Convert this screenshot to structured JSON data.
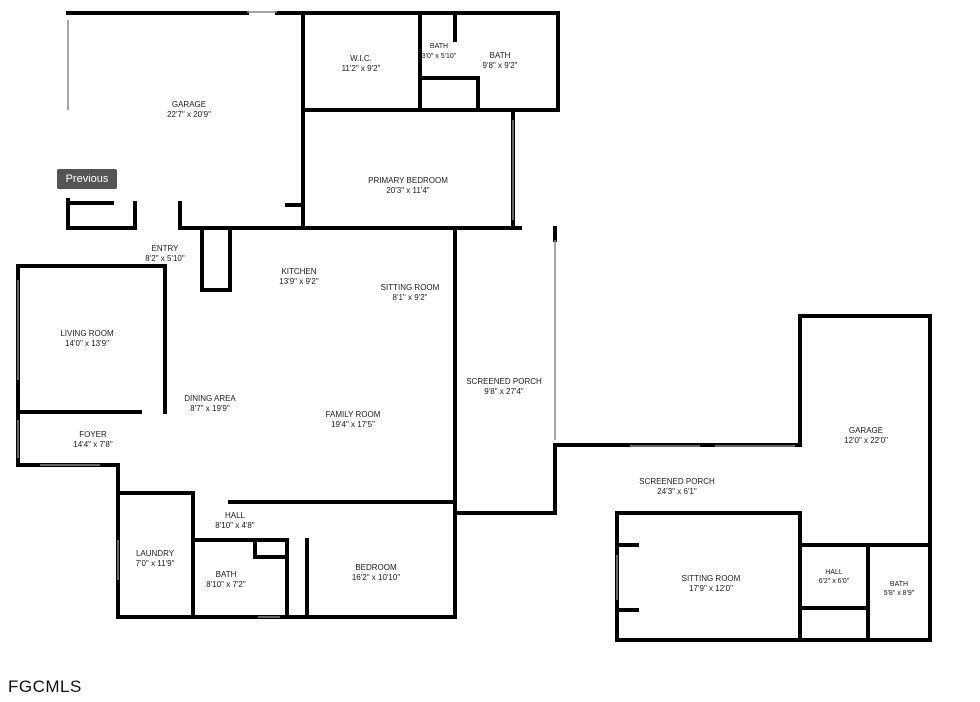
{
  "nav": {
    "previous_label": "Previous"
  },
  "logo": {
    "text": "FGCMLS"
  },
  "rooms": {
    "garage_main": {
      "name": "GARAGE",
      "dims": "22'7\" x 20'9\""
    },
    "wic": {
      "name": "W.I.C.",
      "dims": "11'2\" x 9'2\""
    },
    "bath_small": {
      "name": "BATH",
      "dims": "3'0\" x 5'10\""
    },
    "bath_primary": {
      "name": "BATH",
      "dims": "9'8\" x 9'2\""
    },
    "primary_bedroom": {
      "name": "PRIMARY BEDROOM",
      "dims": "20'3\" x 11'4\""
    },
    "entry": {
      "name": "ENTRY",
      "dims": "8'2\" x 5'10\""
    },
    "kitchen": {
      "name": "KITCHEN",
      "dims": "13'9\" x 9'2\""
    },
    "sitting_room_1": {
      "name": "SITTING ROOM",
      "dims": "8'1\" x 9'2\""
    },
    "living_room": {
      "name": "LIVING ROOM",
      "dims": "14'0\" x 13'9\""
    },
    "dining_area": {
      "name": "DINING AREA",
      "dims": "8'7\" x 19'9\""
    },
    "family_room": {
      "name": "FAMILY ROOM",
      "dims": "19'4\" x 17'5\""
    },
    "screened_porch_1": {
      "name": "SCREENED PORCH",
      "dims": "9'8\" x 27'4\""
    },
    "foyer": {
      "name": "FOYER",
      "dims": "14'4\" x 7'8\""
    },
    "hall_1": {
      "name": "HALL",
      "dims": "8'10\" x 4'8\""
    },
    "laundry": {
      "name": "LAUNDRY",
      "dims": "7'0\" x 11'9\""
    },
    "bath_2": {
      "name": "BATH",
      "dims": "8'10\" x 7'2\""
    },
    "bedroom": {
      "name": "BEDROOM",
      "dims": "16'2\" x 10'10\""
    },
    "garage_2": {
      "name": "GARAGE",
      "dims": "12'0\" x 22'0\""
    },
    "screened_porch_2": {
      "name": "SCREENED PORCH",
      "dims": "24'3\" x 6'1\""
    },
    "sitting_room_2": {
      "name": "SITTING ROOM",
      "dims": "17'9\" x 12'0\""
    },
    "hall_2": {
      "name": "HALL",
      "dims": "6'2\" x 6'0\""
    },
    "bath_3": {
      "name": "BATH",
      "dims": "5'8\" x 8'9\""
    }
  }
}
